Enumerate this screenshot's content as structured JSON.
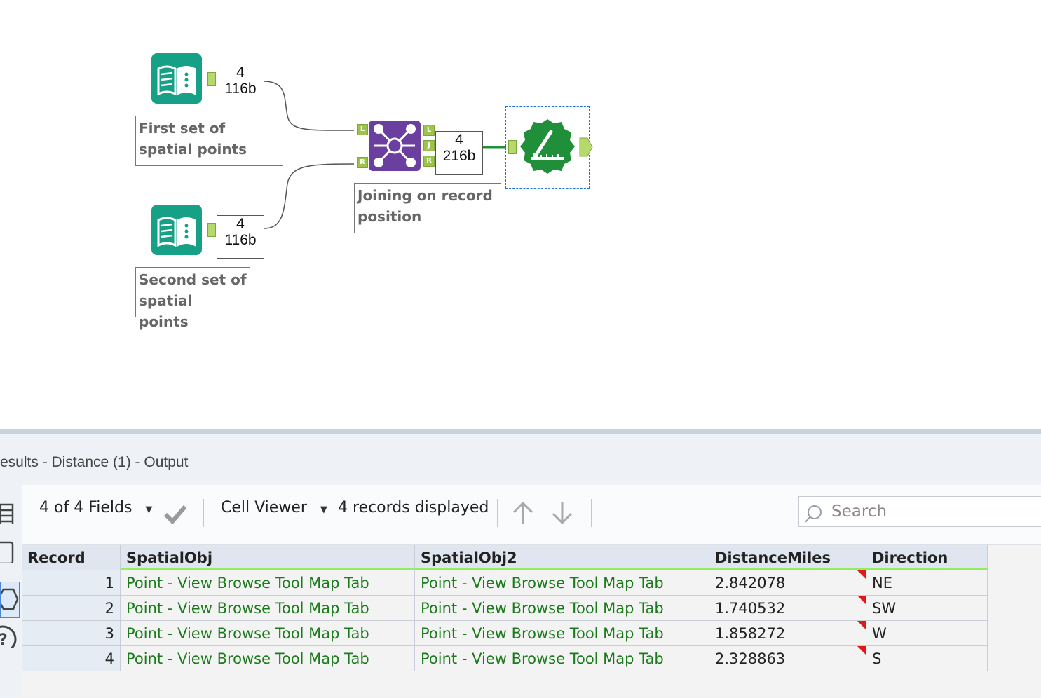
{
  "workflow": {
    "tools": {
      "input1_count": {
        "records": "4",
        "size": "116b"
      },
      "input2_count": {
        "records": "4",
        "size": "116b"
      },
      "join_count": {
        "records": "4",
        "size": "216b"
      }
    },
    "annotations": {
      "input1": "First set of spatial points",
      "input2": "Second set of spatial points",
      "join": "Joining on record position"
    },
    "join_anchors": {
      "left": "L",
      "right": "R",
      "out_left": "L",
      "out_join": "J",
      "out_right": "R"
    },
    "colors": {
      "input_tool": "#16a085",
      "join_tool": "#6b3fa0",
      "distance_tool": "#1f8f3a",
      "anchor": "#b5d96a",
      "selection": "#1e73d8"
    }
  },
  "results": {
    "title": "esults - Distance (1) - Output",
    "toolbar": {
      "fields_label": "4 of 4 Fields",
      "viewer_label": "Cell Viewer",
      "records_label": "4 records displayed",
      "search_placeholder": "Search"
    },
    "columns": [
      "Record",
      "SpatialObj",
      "SpatialObj2",
      "DistanceMiles",
      "Direction"
    ],
    "rows": [
      {
        "record": "1",
        "spatial1": "Point - View Browse Tool Map Tab",
        "spatial2": "Point - View Browse Tool Map Tab",
        "distance": "2.842078",
        "direction": "NE"
      },
      {
        "record": "2",
        "spatial1": "Point - View Browse Tool Map Tab",
        "spatial2": "Point - View Browse Tool Map Tab",
        "distance": "1.740532",
        "direction": "SW"
      },
      {
        "record": "3",
        "spatial1": "Point - View Browse Tool Map Tab",
        "spatial2": "Point - View Browse Tool Map Tab",
        "distance": "1.858272",
        "direction": "W"
      },
      {
        "record": "4",
        "spatial1": "Point - View Browse Tool Map Tab",
        "spatial2": "Point - View Browse Tool Map Tab",
        "distance": "2.328863",
        "direction": "S"
      }
    ]
  }
}
